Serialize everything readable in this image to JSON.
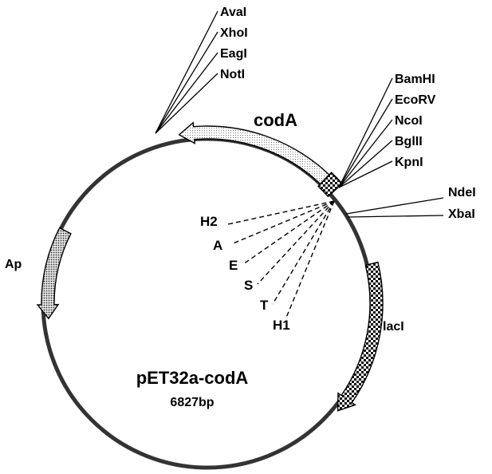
{
  "plasmid": {
    "name": "pET32a-codA",
    "size": "6827bp",
    "backbone_color": "#333333"
  },
  "genes": {
    "coda": "codA",
    "ap": "Ap",
    "laci": "lacI"
  },
  "sites_left": [
    "AvaI",
    "XhoI",
    "EagI",
    "NotI"
  ],
  "sites_right": [
    "BamHI",
    "EcoRV",
    "NcoI",
    "BglII",
    "KpnI"
  ],
  "sites_far_right": [
    "NdeI",
    "XbaI"
  ],
  "tags": [
    "H2",
    "A",
    "E",
    "S",
    "T",
    "H1"
  ]
}
